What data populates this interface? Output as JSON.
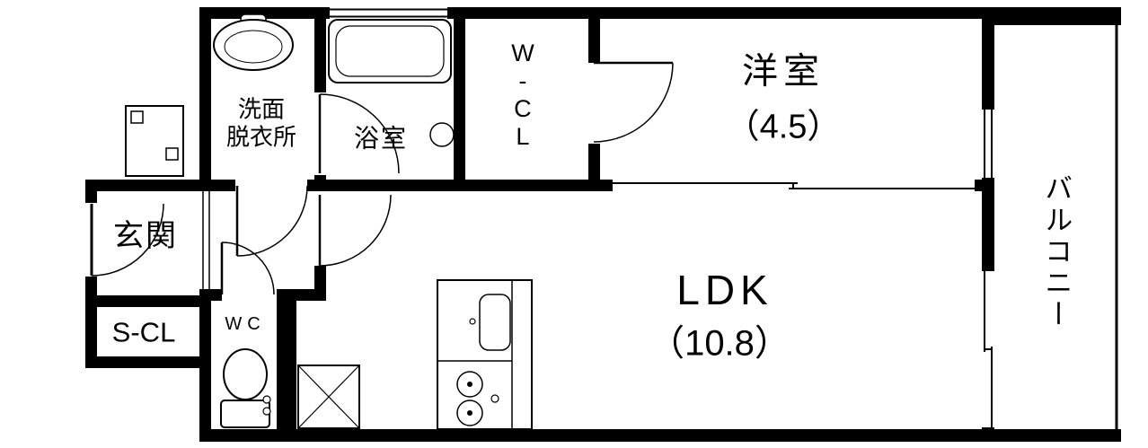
{
  "floorplan": {
    "background": "#ffffff",
    "wall_color": "#000000",
    "line_color": "#000000",
    "rooms": {
      "washroom": {
        "label_line1": "洗面",
        "label_line2": "脱衣所"
      },
      "bathroom": {
        "label": "浴室"
      },
      "walk_in_closet": {
        "label": "W-CL"
      },
      "western_room": {
        "label": "洋室",
        "size": "（4.5）"
      },
      "balcony": {
        "label": "バルコニー"
      },
      "entrance": {
        "label": "玄関"
      },
      "shoes_closet": {
        "label": "S-CL"
      },
      "toilet_room": {
        "label": "WC"
      },
      "living_dining_kitchen": {
        "label": "LDK",
        "size": "（10.8）"
      }
    }
  }
}
